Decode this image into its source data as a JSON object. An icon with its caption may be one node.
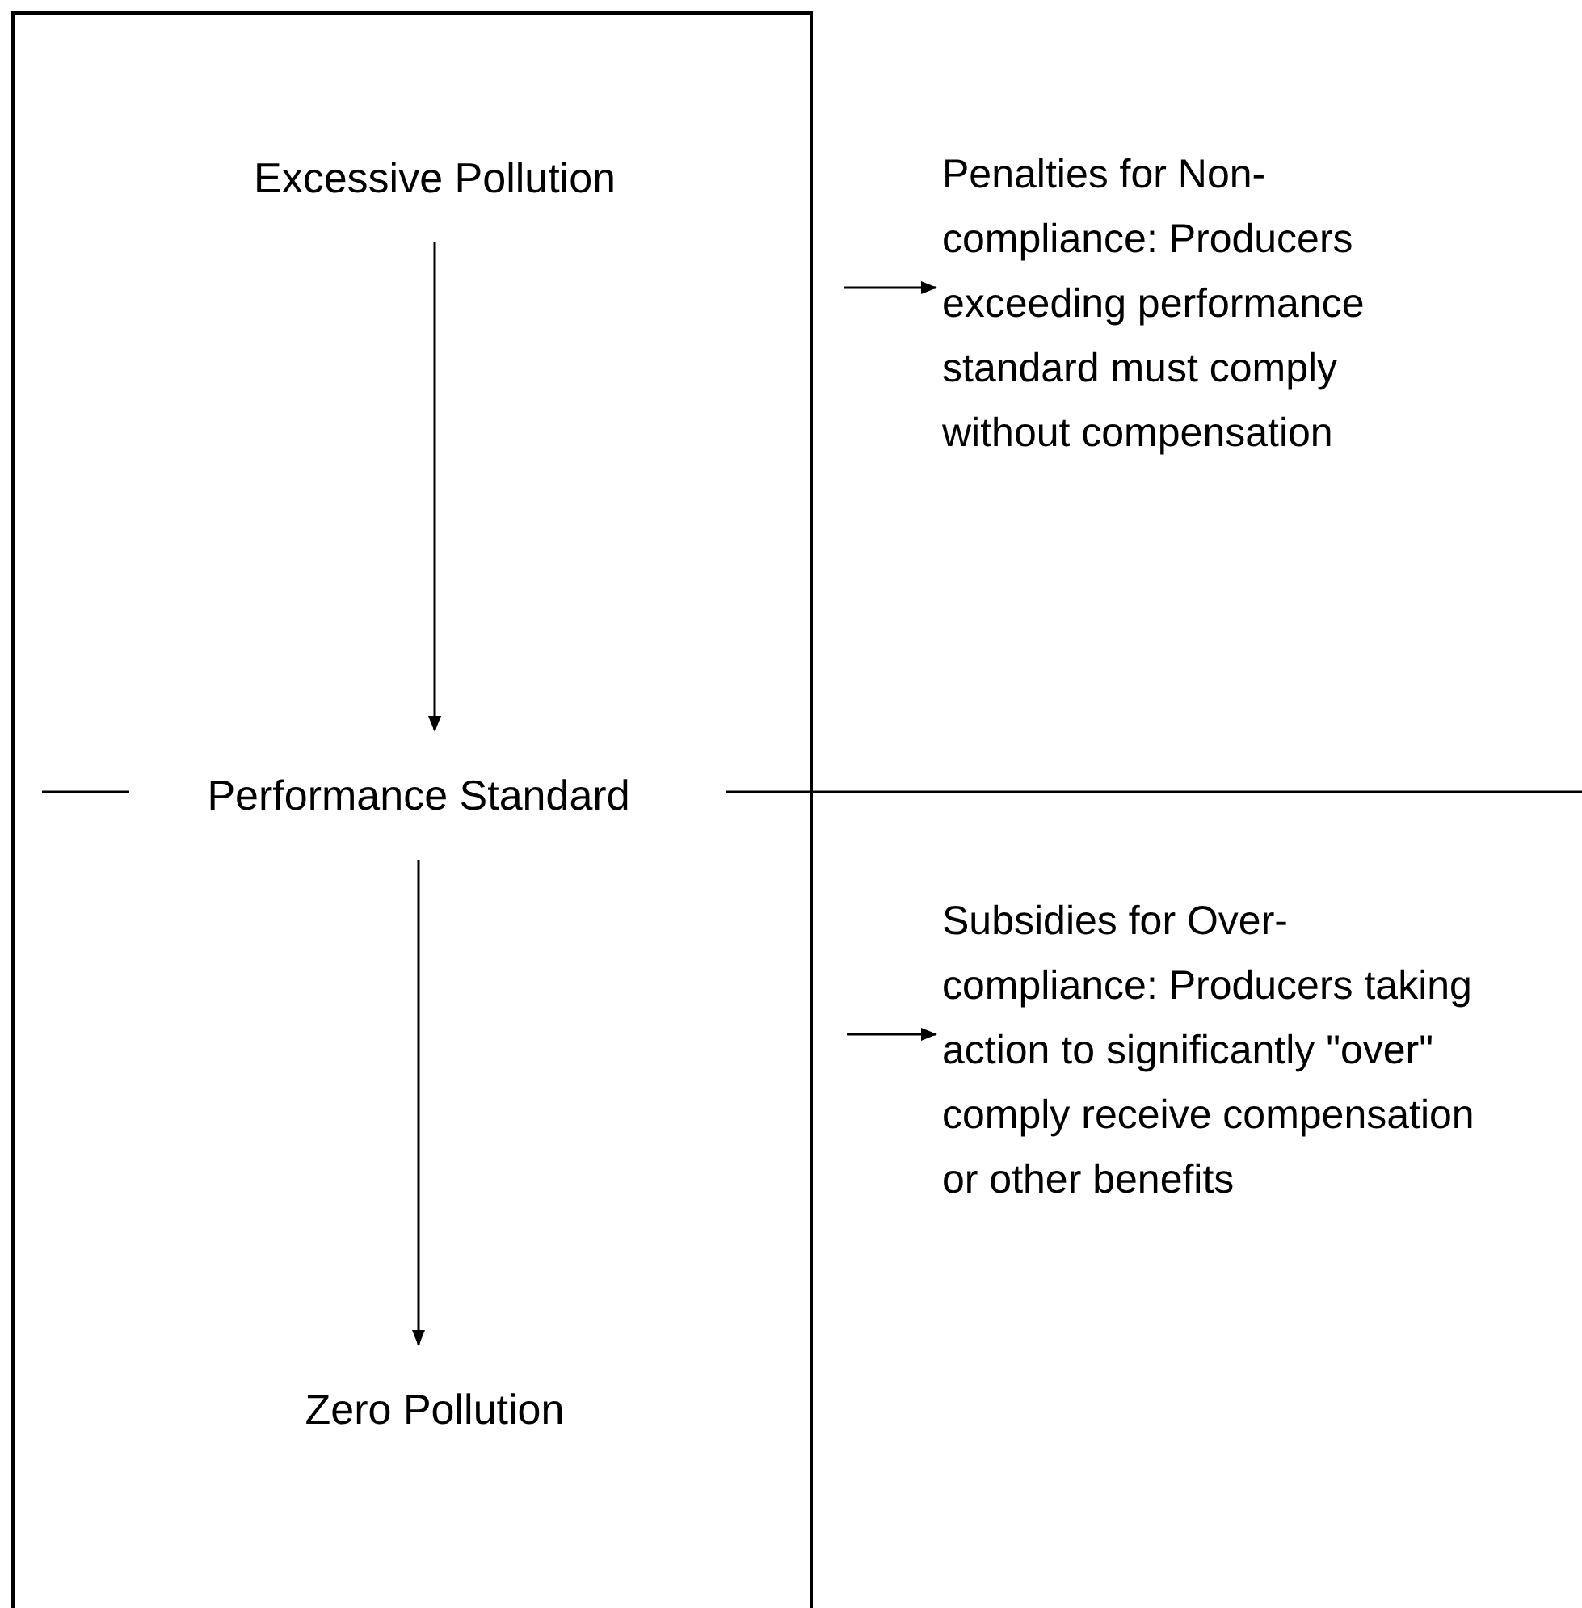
{
  "diagram": {
    "nodes": [
      {
        "text": [],
        "shape": "box"
      },
      {
        "text": [
          "Excessive Pollution"
        ],
        "in": 0
      },
      {
        "text": [
          "Performance Standard"
        ],
        "in": 0
      },
      {
        "text": [
          "Zero Pollution"
        ],
        "in": 0
      },
      {
        "text": [
          "Penalties for Non-compliance: Producers exceeding performance standard must comply without compensation"
        ]
      },
      {
        "text": [
          "Subsidies for Over-compliance: Producers taking action to significantly \"over\" comply receive compensation or other benefits"
        ]
      }
    ],
    "edges": [
      {
        "from": 1,
        "to": 2,
        "arrow": "to"
      },
      {
        "from": 2,
        "to": 3,
        "arrow": "to"
      },
      {
        "from": null,
        "to": 4,
        "arrow": "to"
      },
      {
        "from": null,
        "to": 5,
        "arrow": "to"
      }
    ]
  }
}
